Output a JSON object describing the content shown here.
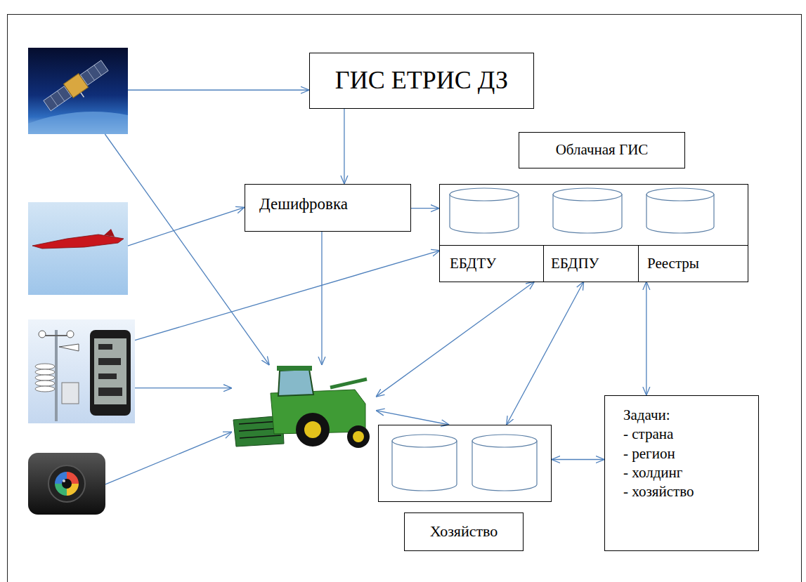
{
  "diagram": {
    "nodes": [
      {
        "text": []
      },
      {
        "text": [
          "ГИС ЕТРИС ДЗ"
        ]
      },
      {
        "text": [
          "Облачная ГИС"
        ]
      },
      {
        "text": [
          "Дешифровка"
        ]
      },
      {
        "text": []
      },
      {
        "text": [
          "ЕБДТУ"
        ],
        "in": 4
      },
      {
        "text": [
          "ЕБДПУ"
        ],
        "in": 4
      },
      {
        "text": [
          "Реестры"
        ],
        "in": 4
      },
      {
        "text": []
      },
      {
        "text": []
      },
      {
        "text": []
      },
      {
        "text": []
      },
      {
        "text": []
      },
      {
        "text": [
          "Хозяйство"
        ]
      },
      {
        "text": [
          "Задачи:",
          "- страна",
          "- регион",
          "- холдинг",
          "- хозяйство"
        ]
      }
    ],
    "edges": [
      {
        "from": 0,
        "to": 1,
        "arrow": "to"
      },
      {
        "from": 0,
        "to": 10,
        "arrow": "to"
      },
      {
        "from": 1,
        "to": 3,
        "arrow": "to"
      },
      {
        "from": 8,
        "to": 3,
        "arrow": "to"
      },
      {
        "from": 3,
        "to": 4,
        "arrow": "to"
      },
      {
        "from": 3,
        "to": 10,
        "arrow": "to"
      },
      {
        "from": 9,
        "to": 5,
        "arrow": "to"
      },
      {
        "from": 9,
        "to": 10,
        "arrow": "to"
      },
      {
        "from": 11,
        "to": 10,
        "arrow": "to"
      },
      {
        "from": 10,
        "to": 5,
        "arrow": "both"
      },
      {
        "from": 10,
        "to": 12,
        "arrow": "both"
      },
      {
        "from": 12,
        "to": 6,
        "arrow": "both"
      },
      {
        "from": 7,
        "to": 14,
        "arrow": "both"
      },
      {
        "from": 12,
        "to": 14,
        "arrow": "both"
      }
    ]
  }
}
